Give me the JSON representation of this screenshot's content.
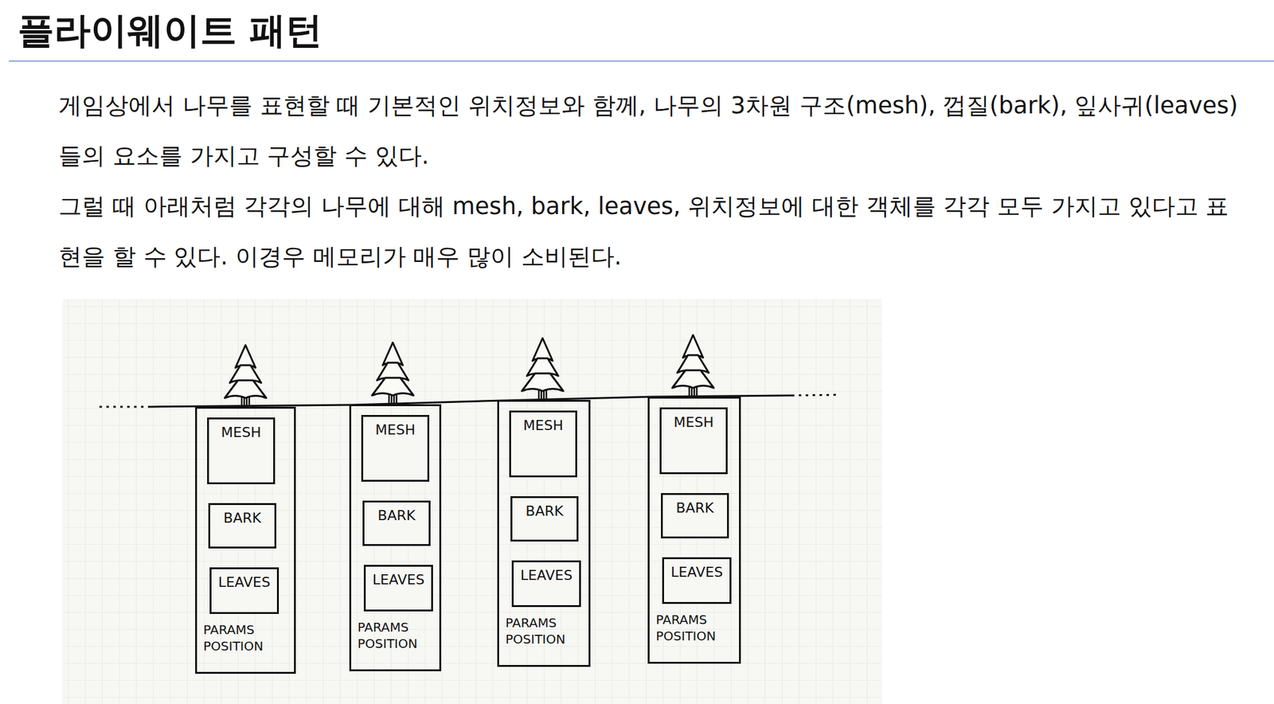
{
  "diagram": {
    "title": "플라이웨이트 패턴",
    "nodes": [
      {
        "text": [
          "PARAMS POSITION"
        ]
      },
      {
        "text": [
          "MESH"
        ],
        "in": 0
      },
      {
        "text": [
          "BARK"
        ],
        "in": 0
      },
      {
        "text": [
          "LEAVES"
        ],
        "in": 0
      },
      {
        "text": [
          "PARAMS POSITION"
        ]
      },
      {
        "text": [
          "MESH"
        ],
        "in": 4
      },
      {
        "text": [
          "BARK"
        ],
        "in": 4
      },
      {
        "text": [
          "LEAVES"
        ],
        "in": 4
      },
      {
        "text": [
          "PARAMS POSITION"
        ]
      },
      {
        "text": [
          "MESH"
        ],
        "in": 8
      },
      {
        "text": [
          "BARK"
        ],
        "in": 8
      },
      {
        "text": [
          "LEAVES"
        ],
        "in": 8
      },
      {
        "text": [
          "PARAMS POSITION"
        ]
      },
      {
        "text": [
          "MESH"
        ],
        "in": 12
      },
      {
        "text": [
          "BARK"
        ],
        "in": 12
      },
      {
        "text": [
          "LEAVES"
        ],
        "in": 12
      }
    ],
    "labels": [
      "게임상에서 나무를 표현할 때 기본적인 위치정보와 함께, 나무의 3차원 구조(mesh), 껍질(bark), 잎사귀(leaves)들의 요소를 가지고 구성할 수 있다.",
      "그럴 때 아래처럼 각각의 나무에 대해 mesh, bark, leaves, 위치정보에 대한 객체를 각각 모두 가지고 있다고 표현을 할 수 있다. 이경우 메모리가 매우 많이 소비된다."
    ]
  }
}
